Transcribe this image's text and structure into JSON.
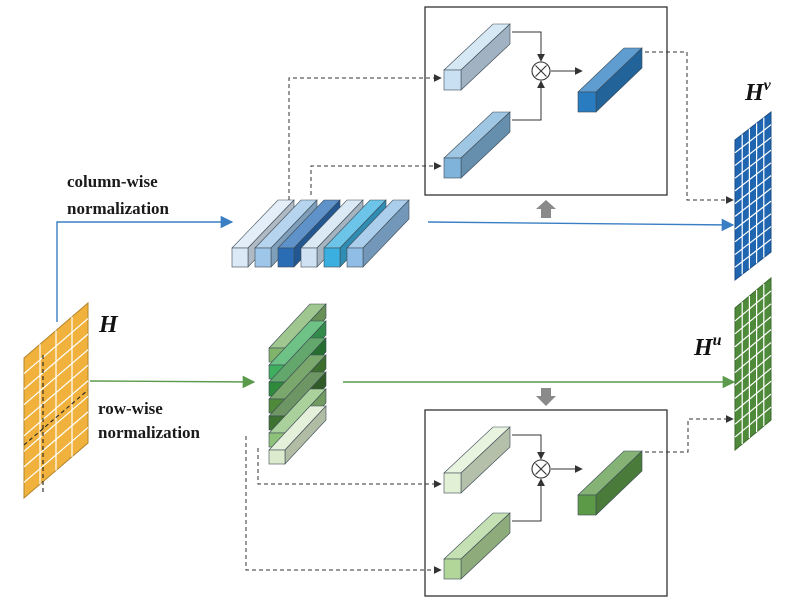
{
  "labels": {
    "column_wise_line1": "column-wise",
    "column_wise_line2": "normalization",
    "row_wise_line1": "row-wise",
    "row_wise_line2": "normalization",
    "input_matrix": "H",
    "output_v_base": "H",
    "output_v_sup": "v",
    "output_u_base": "H",
    "output_u_sup": "u"
  },
  "colors": {
    "input_matrix": "#f0b23c",
    "output_v_matrix": "#2065b0",
    "output_u_matrix": "#4e8a3a",
    "column_arrow": "#3a7fc4",
    "row_arrow": "#5a9a4a",
    "column_bars": [
      "#dbe8f5",
      "#9ec6e8",
      "#2a6db5",
      "#cfe1f2",
      "#3bb0e0",
      "#8fbde6"
    ],
    "row_bars": [
      "#7fb46a",
      "#3fae5e",
      "#2f8a3c",
      "#4e8a3a",
      "#3d7230",
      "#8ec27a",
      "#dcebcd"
    ],
    "attention_blue_top": "#c9e0f2",
    "attention_blue_bottom": "#7fb3da",
    "attention_blue_out": "#2a7cc1",
    "attention_green_top": "#e2f0d6",
    "attention_green_bottom": "#b2d69a",
    "attention_green_out": "#5c9a48"
  },
  "icons": [
    "multiply-circle-icon",
    "up-arrow-icon",
    "down-arrow-icon"
  ]
}
